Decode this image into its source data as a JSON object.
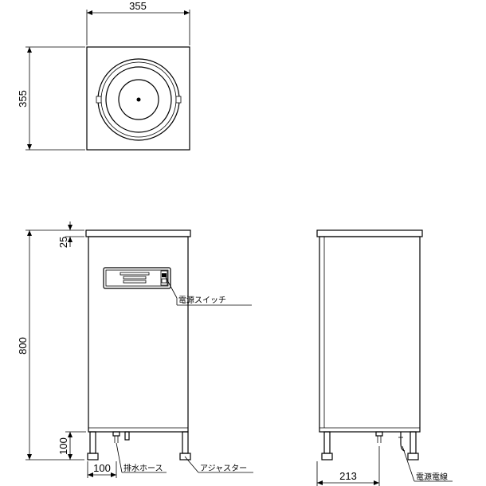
{
  "dimensions": {
    "top_width": "355",
    "top_depth": "355",
    "top_thickness": "25",
    "height": "800",
    "leg_height": "100",
    "leg_inset": "100",
    "side_offset": "213"
  },
  "labels": {
    "power_switch": "電源スイッチ",
    "drain_hose": "排水ホース",
    "adjuster": "アジャスター",
    "power_cord": "電源電線"
  }
}
